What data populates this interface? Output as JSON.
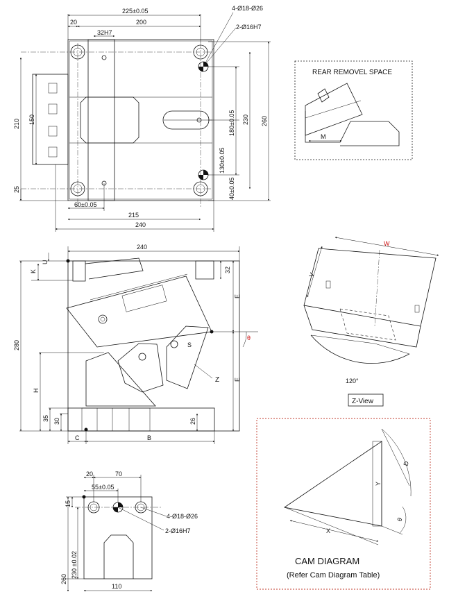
{
  "top_view": {
    "d_225": "225±0.05",
    "d_20": "20",
    "d_200": "200",
    "d_32h7": "32H7",
    "d_holes_4": "4-Ø18-Ø26",
    "d_holes_2": "2-Ø16H7",
    "d_210": "210",
    "d_150": "150",
    "d_180": "180±0.05",
    "d_230": "230",
    "d_260": "260",
    "d_130": "130±0.05",
    "d_40": "40±0.05",
    "d_25": "25",
    "d_60": "60±0.05",
    "d_215": "215",
    "d_240": "240"
  },
  "rear_box": {
    "title": "REAR REMOVEL SPACE",
    "m_label": "M"
  },
  "side_view": {
    "d_240": "240",
    "d_k": "K",
    "d_u": "U",
    "d_32": "32",
    "d_e_top": "E",
    "d_e_bottom": "E",
    "d_theta": "θ",
    "d_s": "S",
    "d_z": "Z",
    "d_280": "280",
    "d_h": "H",
    "d_35": "35",
    "d_30": "30",
    "d_26": "26",
    "d_c": "C",
    "d_b": "B"
  },
  "z_view": {
    "d_w": "W",
    "d_v": "V",
    "d_120": "120°",
    "label": "Z-View"
  },
  "bottom_view": {
    "d_20": "20",
    "d_70": "70",
    "d_55": "55±0.05",
    "d_15": "15",
    "d_holes_4": "4-Ø18-Ø26",
    "d_holes_2": "2-Ø16H7",
    "d_260": "260",
    "d_230": "230 ±0.02",
    "d_110": "110"
  },
  "cam_diagram": {
    "d_y": "Y",
    "d_d": "D",
    "d_x": "X",
    "d_theta": "θ",
    "title": "CAM DIAGRAM",
    "subtitle": "(Refer Cam Diagram Table)"
  },
  "colors": {
    "line": "#111111",
    "accent_red": "#cc1111",
    "border_red": "#c0392b"
  }
}
